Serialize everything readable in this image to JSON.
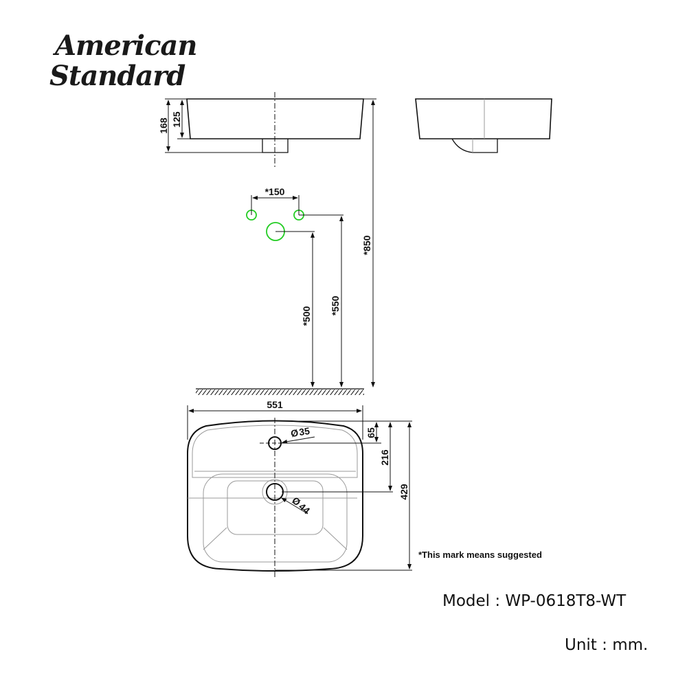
{
  "brand": {
    "line1": "American",
    "line2": "Standard"
  },
  "dimensions": {
    "front_total_height": "168",
    "front_bowl_height": "125",
    "tap_spacing": "*150",
    "drain_height": "*500",
    "tap_height": "*550",
    "rim_height": "*850",
    "width": "551",
    "tap_hole_diameter": "35",
    "drain_diameter": "44",
    "tap_offset": "65",
    "drain_offset": "216",
    "depth": "429",
    "diameter_symbol": "Ø"
  },
  "note": "*This mark means suggested",
  "model": "Model : WP-0618T8-WT",
  "unit": "Unit : mm.",
  "colors": {
    "line": "#111111",
    "suggested_mark": "#22cc22",
    "thin_line": "#9a9a9a"
  }
}
